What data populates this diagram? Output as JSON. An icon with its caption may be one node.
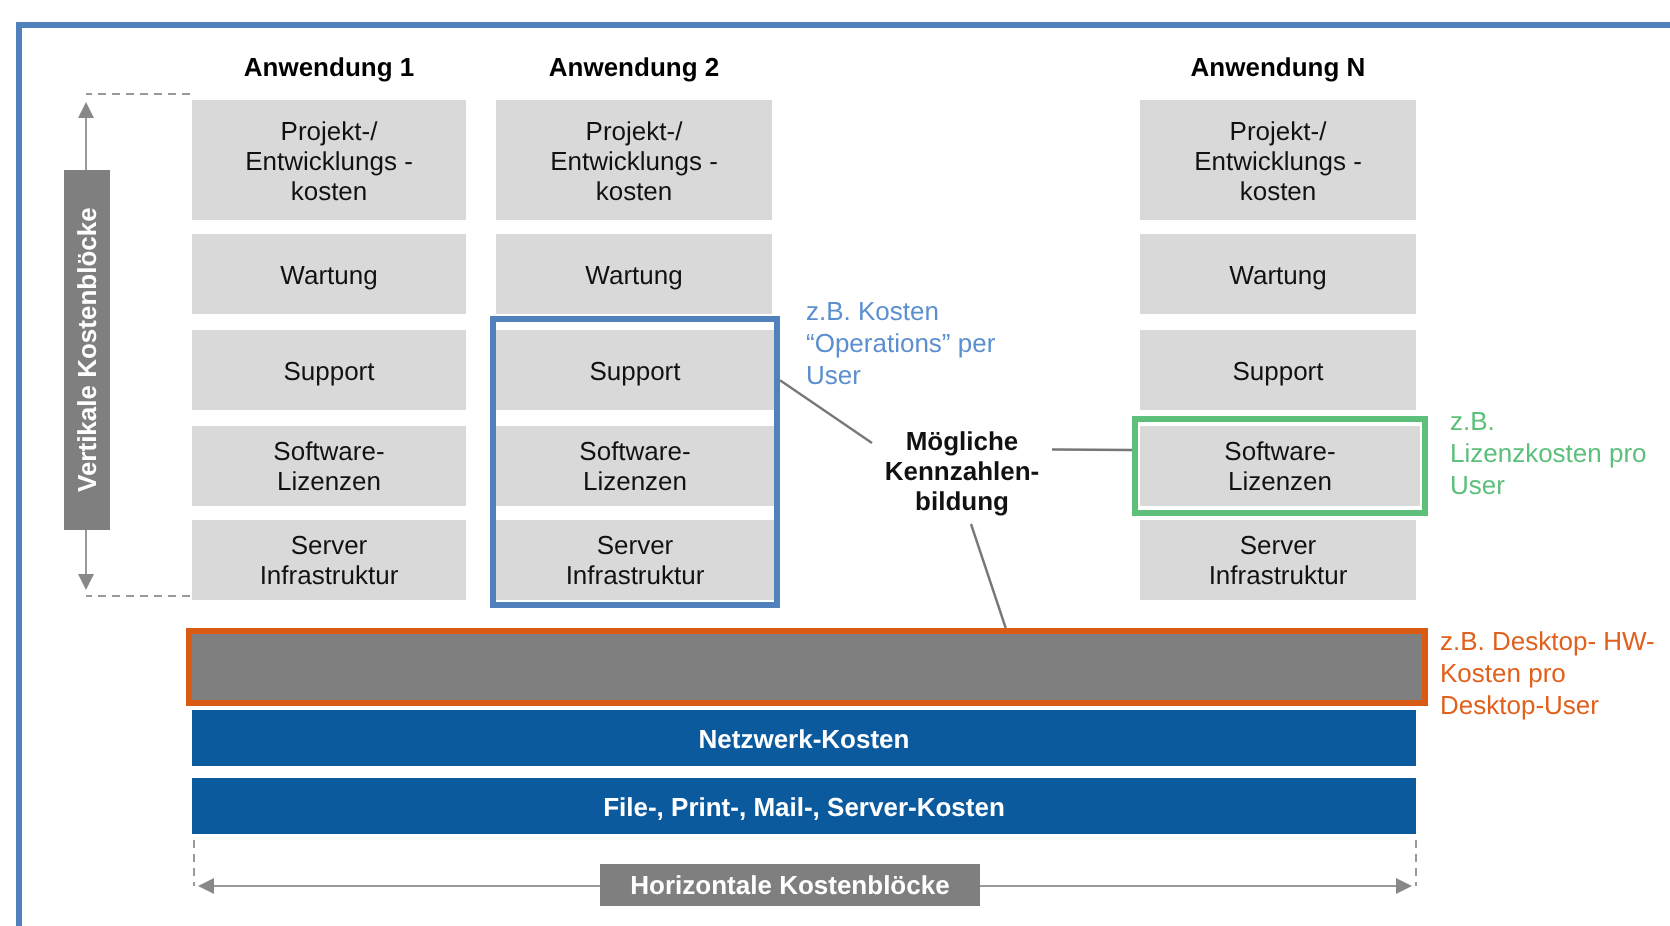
{
  "diagram": {
    "nodes": [
      {
        "text": [
          "Vertikale Kostenblöcke"
        ]
      },
      {
        "text": [
          "Projekt-/ Entwicklungs -kosten"
        ]
      },
      {
        "text": [
          "Wartung"
        ]
      },
      {
        "text": [
          "Support"
        ]
      },
      {
        "text": [
          "Software-Lizenzen"
        ]
      },
      {
        "text": [
          "Server Infrastruktur"
        ]
      },
      {
        "text": [
          "Projekt-/ Entwicklungs -kosten"
        ]
      },
      {
        "text": [
          "Wartung"
        ]
      },
      {
        "text": [],
        "shape": "box",
        "beside": [
          "z.B. Kosten “Operations” per User"
        ]
      },
      {
        "text": [
          "Support"
        ],
        "in": 8
      },
      {
        "text": [
          "Software-Lizenzen"
        ],
        "in": 8
      },
      {
        "text": [
          "Server Infrastruktur"
        ],
        "in": 8
      },
      {
        "text": [
          "Mögliche Kennzahlen- bildung"
        ]
      },
      {
        "text": [
          "Projekt-/ Entwicklungs -kosten"
        ]
      },
      {
        "text": [
          "Wartung"
        ]
      },
      {
        "text": [
          "Support"
        ]
      },
      {
        "text": [],
        "shape": "box",
        "beside": [
          "z.B. Lizenzkosten pro User"
        ]
      },
      {
        "text": [
          "Software-Lizenzen"
        ],
        "in": 16
      },
      {
        "text": [
          "Server Infrastruktur"
        ]
      },
      {
        "text": [],
        "shape": "bar",
        "beside": [
          "z.B. Desktop- HW-Kosten pro Desktop-User"
        ]
      },
      {
        "text": [
          "Netzwerk-Kosten"
        ]
      },
      {
        "text": [
          "File-, Print-, Mail-, Server-Kosten"
        ]
      },
      {
        "text": [
          "Horizontale Kostenblöcke"
        ]
      }
    ],
    "edges": [
      {
        "from": 12,
        "to": 8,
        "arrow": "none"
      },
      {
        "from": 12,
        "to": 16,
        "arrow": "none"
      },
      {
        "from": 12,
        "to": 19,
        "arrow": "none"
      }
    ],
    "labels": [
      "Anwendung 1",
      "Anwendung 2",
      "Anwendung N"
    ]
  }
}
